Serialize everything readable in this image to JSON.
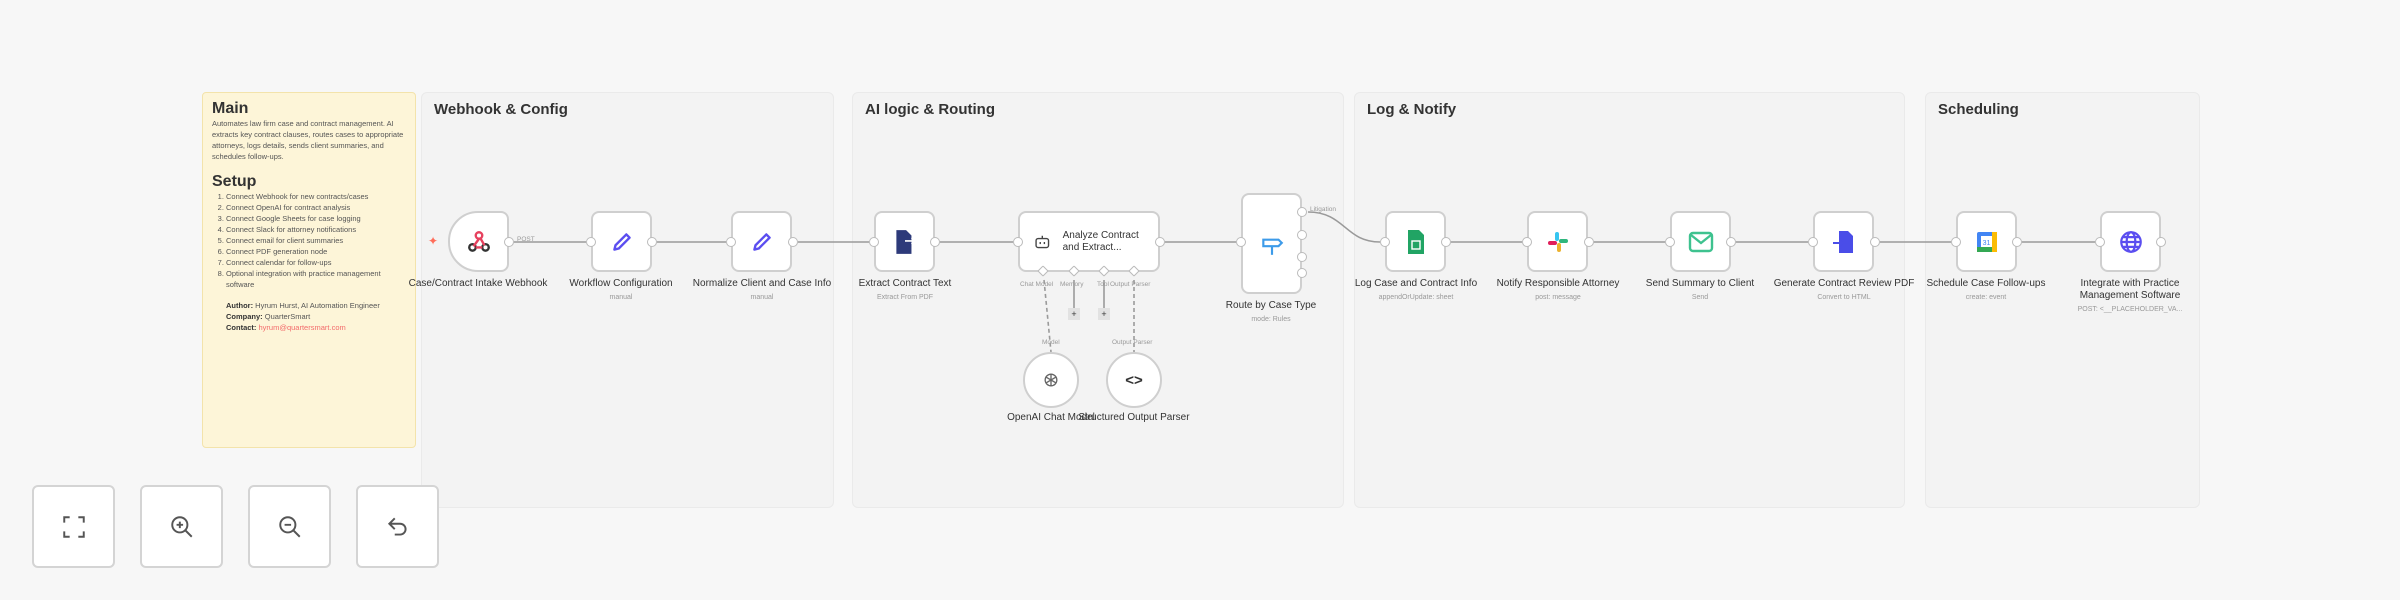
{
  "sticky": {
    "title_main": "Main",
    "description": "Automates law firm case and contract management. AI extracts key contract clauses, routes cases to appropriate attorneys, logs details, sends client summaries, and schedules follow-ups.",
    "title_setup": "Setup",
    "steps": [
      "Connect Webhook for new contracts/cases",
      "Connect OpenAI for contract analysis",
      "Connect Google Sheets for case logging",
      "Connect Slack for attorney notifications",
      "Connect email for client summaries",
      "Connect PDF generation node",
      "Connect calendar for follow-ups",
      "Optional integration with practice management software"
    ],
    "author_label": "Author:",
    "author": "Hyrum Hurst, AI Automation Engineer",
    "company_label": "Company:",
    "company": "QuarterSmart",
    "contact_label": "Contact:",
    "contact": "hyrum@quartersmart.com"
  },
  "groups": [
    "Webhook & Config",
    "AI logic & Routing",
    "Log & Notify",
    "Scheduling"
  ],
  "nodes": {
    "webhook": {
      "label": "Case/Contract Intake Webhook",
      "edge": "POST"
    },
    "config": {
      "label": "Workflow Configuration",
      "sub": "manual"
    },
    "normalize": {
      "label": "Normalize Client and Case Info",
      "sub": "manual"
    },
    "extract": {
      "label": "Extract Contract Text",
      "sub": "Extract From PDF"
    },
    "analyze": {
      "label": "Analyze Contract and Extract...",
      "ports": [
        "Chat Model",
        "Memory",
        "Tool",
        "Output Parser"
      ]
    },
    "route": {
      "label": "Route by Case Type",
      "sub": "mode: Rules",
      "output": "Litigation"
    },
    "openai": {
      "label": "OpenAI Chat Model",
      "port": "Model"
    },
    "parser": {
      "label": "Structured Output Parser",
      "port": "Output Parser"
    },
    "log": {
      "label": "Log Case and Contract Info",
      "sub": "appendOrUpdate: sheet"
    },
    "notify": {
      "label": "Notify Responsible Attorney",
      "sub": "post: message"
    },
    "send": {
      "label": "Send Summary to Client",
      "sub": "Send"
    },
    "generate": {
      "label": "Generate Contract Review PDF",
      "sub": "Convert to HTML"
    },
    "schedule": {
      "label": "Schedule Case Follow-ups",
      "sub": "create: event"
    },
    "integrate": {
      "label": "Integrate with Practice Management Software",
      "sub": "POST: <__PLACEHOLDER_VA..."
    }
  },
  "controls": [
    "fit-view",
    "zoom-in",
    "zoom-out",
    "undo"
  ],
  "colors": {
    "webhook": "#e6415e",
    "set": "#5b4ef0",
    "sheets": "#21a464",
    "email": "#3ec28f",
    "pdf": "#4a4de8",
    "route": "#3d9be9",
    "http": "#5b4ef0",
    "trigger": "#ff6d5a"
  }
}
